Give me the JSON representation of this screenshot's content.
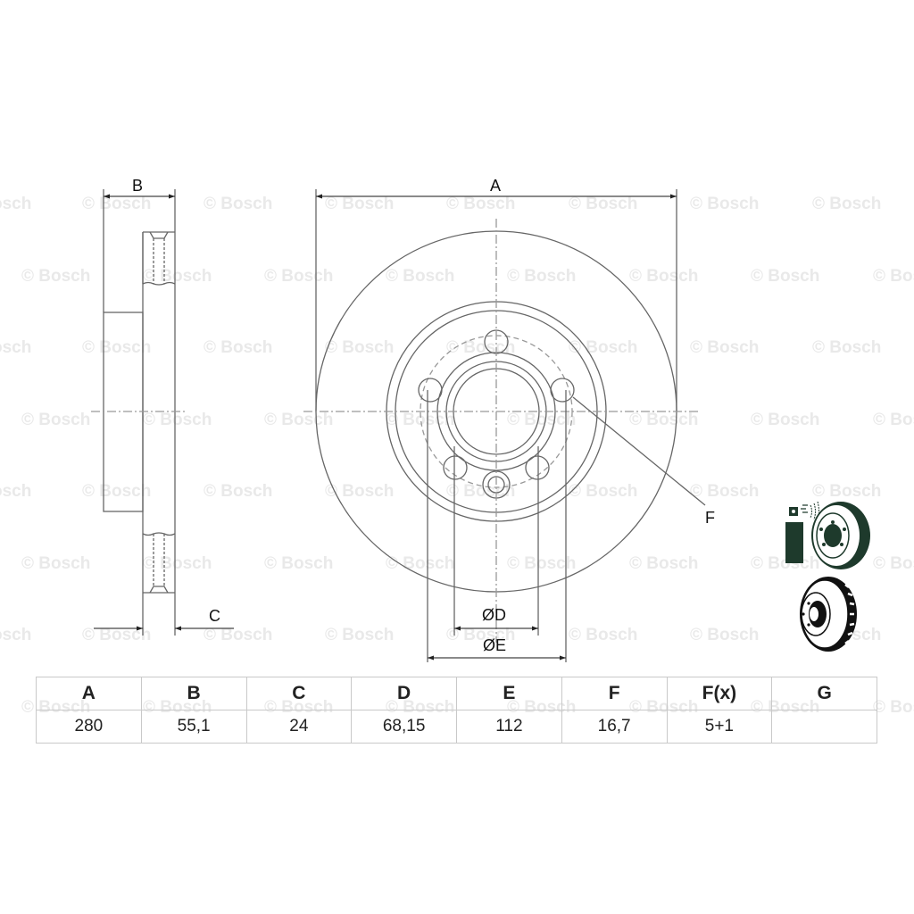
{
  "watermark": {
    "text": "© Bosch",
    "rows_y": [
      230,
      311,
      391,
      472,
      552,
      633,
      713,
      794
    ],
    "cols_x_even": [
      -42,
      92,
      228,
      364,
      500,
      637,
      773,
      910
    ],
    "cols_x_odd": [
      24,
      160,
      296,
      432,
      568,
      705,
      841,
      978
    ]
  },
  "diagram": {
    "side_view": {
      "dim_top_label": "B",
      "dim_bottom_label": "C"
    },
    "front_view": {
      "dim_top_label": "A",
      "leader_label": "F",
      "dim_inner_label": "ØD",
      "dim_outer_label": "ØE"
    },
    "icons": [
      "spray-coated-disc-icon",
      "vented-disc-icon"
    ]
  },
  "spec_table": {
    "headers": [
      "A",
      "B",
      "C",
      "D",
      "E",
      "F",
      "F(x)",
      "G"
    ],
    "values": [
      "280",
      "55,1",
      "24",
      "68,15",
      "112",
      "16,7",
      "5+1",
      ""
    ]
  },
  "colors": {
    "line": "#555555",
    "dim_line": "#333333",
    "icon_fill": "#1e3a2c",
    "table_border": "#c9c9c9",
    "watermark": "#e9e9e9"
  }
}
